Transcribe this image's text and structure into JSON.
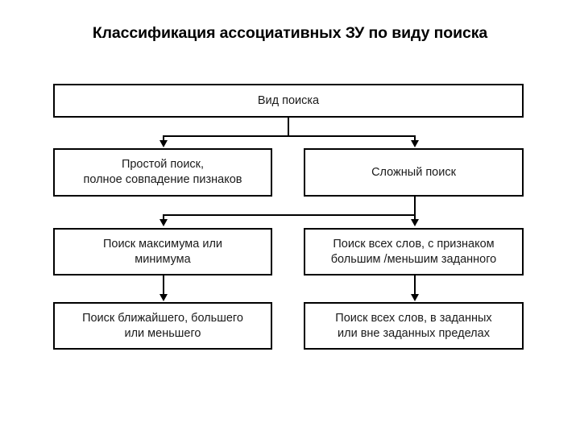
{
  "slide": {
    "title": "Классификация ассоциативных ЗУ по виду поиска",
    "background_color": "#ffffff",
    "text_color": "#000000",
    "line_color": "#000000"
  },
  "diagram": {
    "type": "flowchart",
    "orientation": "top-down",
    "levels": [
      {
        "level": 1,
        "nodes": [
          {
            "id": "root",
            "label": "Вид поиска"
          }
        ]
      },
      {
        "level": 2,
        "nodes": [
          {
            "id": "simple",
            "label": "Простой поиск,\nполное совпадение пизнаков"
          },
          {
            "id": "complex",
            "label": "Сложный поиск"
          }
        ]
      },
      {
        "level": 3,
        "nodes": [
          {
            "id": "minmax",
            "label": "Поиск максимума или\nминимума"
          },
          {
            "id": "greater",
            "label": "Поиск всех слов, с признаком\nбольшим /меньшим заданного"
          }
        ]
      },
      {
        "level": 4,
        "nodes": [
          {
            "id": "nearest",
            "label": "Поиск ближайшего, большего\nили меньшего"
          },
          {
            "id": "range",
            "label": "Поиск всех слов, в заданных\nили вне заданных пределах"
          }
        ]
      }
    ],
    "connectors": [
      {
        "from": "root",
        "to": "simple",
        "style": "elbow-arrow"
      },
      {
        "from": "root",
        "to": "complex",
        "style": "elbow-arrow"
      },
      {
        "from": "complex",
        "to": "minmax",
        "style": "elbow-arrow"
      },
      {
        "from": "complex",
        "to": "greater",
        "style": "elbow-arrow"
      },
      {
        "from": "minmax",
        "to": "nearest",
        "style": "straight-arrow"
      },
      {
        "from": "greater",
        "to": "range",
        "style": "straight-arrow"
      }
    ]
  }
}
